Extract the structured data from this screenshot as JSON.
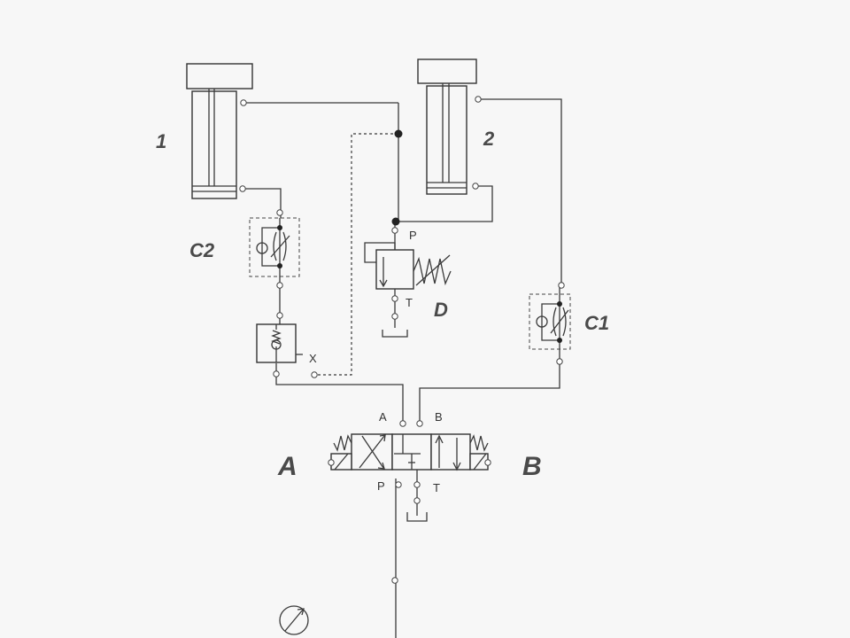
{
  "labels": {
    "cylinder_1": "1",
    "cylinder_2": "2",
    "flow_control_c2": "C2",
    "flow_control_c1": "C1",
    "relief_valve_d": "D",
    "relief_port_p": "P",
    "relief_port_t": "T",
    "pilot_port_x": "X",
    "valve_port_a": "A",
    "valve_port_b": "B",
    "valve_port_p": "P",
    "valve_port_t": "T",
    "solenoid_a": "A",
    "solenoid_b": "B"
  },
  "colors": {
    "line": "#3a3a3a",
    "label": "#4a4a4a",
    "background": "#f7f7f7"
  }
}
